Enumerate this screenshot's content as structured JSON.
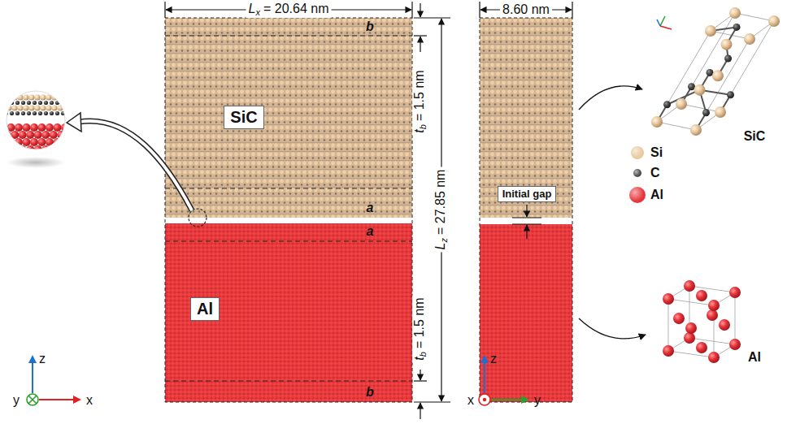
{
  "diagram": {
    "nodes": [
      {
        "text": [
          "SiC"
        ]
      },
      {
        "text": [
          "Al"
        ]
      },
      {
        "text": [
          "Initial gap"
        ]
      }
    ],
    "labels": [
      "L",
      "x",
      "= 20.64 nm",
      "L",
      "z",
      "= 27.85 nm",
      "t",
      "b",
      "= 1.5 nm",
      "t",
      "b",
      "= 1.5 nm",
      "b",
      "a",
      "a",
      "b",
      "8.60 nm",
      "z",
      "y",
      "x",
      "z",
      "x",
      "y",
      "SiC",
      "Al"
    ],
    "legend": [
      {
        "text": "Si",
        "color": "#e9c9a0"
      },
      {
        "text": "C",
        "color": "#4a4a4a"
      },
      {
        "text": "Al",
        "color": "#e8333a"
      }
    ]
  }
}
